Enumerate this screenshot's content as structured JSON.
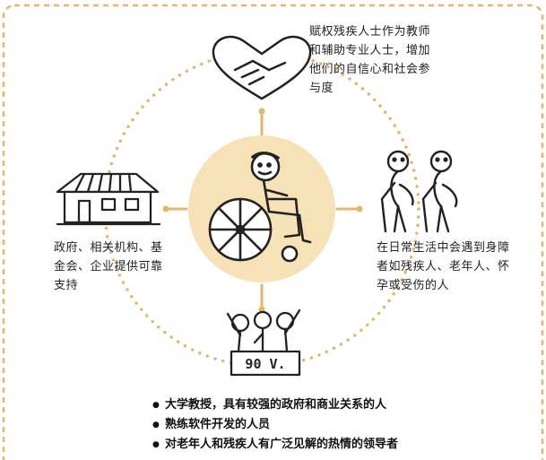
{
  "colors": {
    "accent": "#e4b66c",
    "center_fill": "#f6e2b6",
    "ink": "#222222"
  },
  "icons": {
    "top": "handshake-heart-icon",
    "left": "building-icon",
    "right": "elderly-people-icon",
    "bottom": "cheering-people-icon",
    "center": "wheelchair-user-icon"
  },
  "nodes": {
    "top": {
      "lines": [
        "赋权残疾人士作为教师",
        "和辅助专业人士，增加",
        "他们的自信心和社会参",
        "与度"
      ]
    },
    "left": {
      "lines": [
        "政府、相关机构、基",
        "金会、企业提供可靠",
        "支持"
      ]
    },
    "right": {
      "lines": [
        "在日常生活中会遇到身障",
        "者如残疾人、老年人、怀",
        "孕或受伤的人"
      ]
    },
    "bottom": {
      "sign": "90 V."
    }
  },
  "bullets": [
    "大学教授，具有较强的政府和商业关系的人",
    "熟练软件开发的人员",
    "对老年人和残疾人有广泛见解的热情的领导者"
  ]
}
